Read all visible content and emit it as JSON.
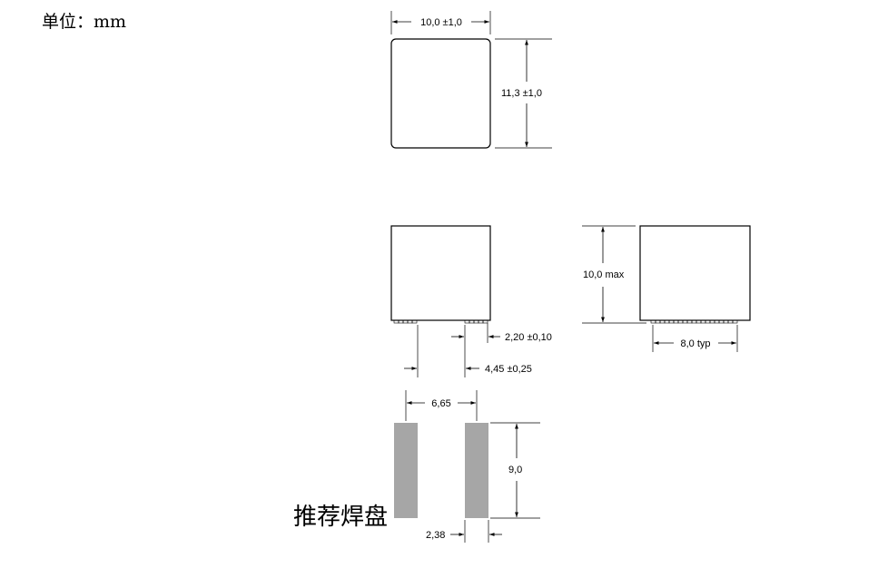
{
  "unit_label": "单位：mm",
  "section_label": "推荐焊盘",
  "dims": {
    "top_width": "10,0 ±1,0",
    "top_height": "11,3 ±1,0",
    "height_max": "10,0  max",
    "pin_width": "2,20 ±0,10",
    "pin_offset": "4,45 ±0,25",
    "pin_pitch": "8,0  typ",
    "pad_pitch": "6,65",
    "pad_length": "9,0",
    "pad_width": "2,38"
  },
  "colors": {
    "line": "#000000",
    "pad": "#a6a6a6",
    "background": "#ffffff"
  }
}
